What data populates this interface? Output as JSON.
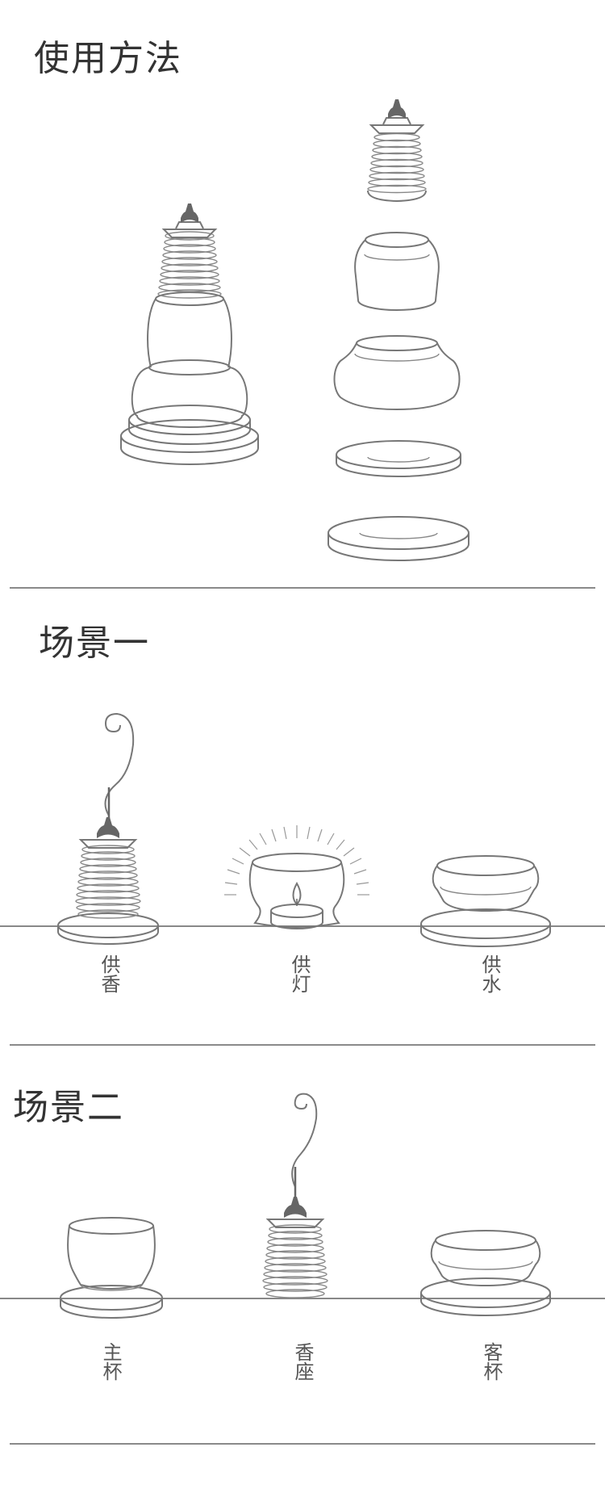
{
  "sections": [
    {
      "title": "使用方法"
    },
    {
      "title": "场景一",
      "items": [
        "供香",
        "供灯",
        "供水"
      ]
    },
    {
      "title": "场景二",
      "items": [
        "主杯",
        "香座",
        "客杯"
      ]
    }
  ]
}
